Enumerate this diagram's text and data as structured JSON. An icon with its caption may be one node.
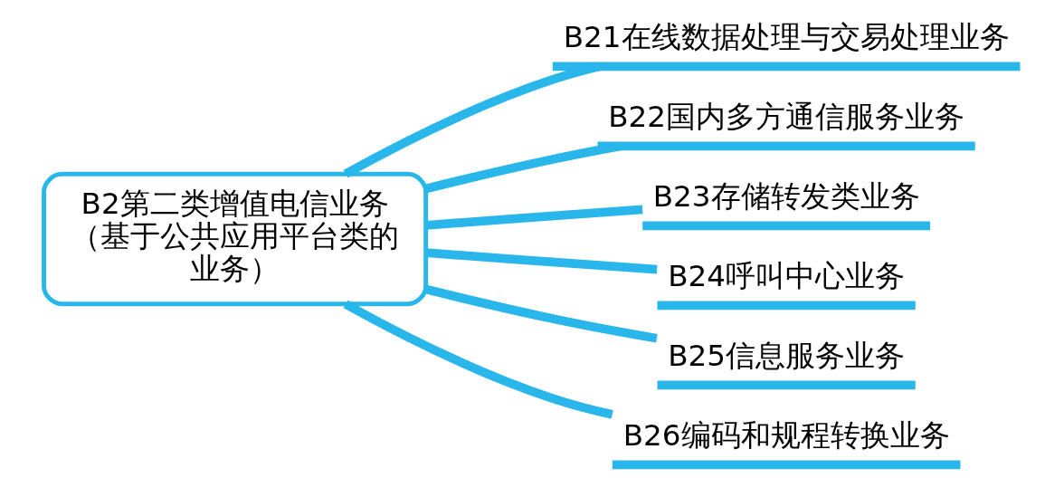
{
  "diagram": {
    "nodes": [
      {
        "text": [
          "B2第二类增值电信业务（基于公共应用平台类的业务）"
        ]
      },
      {
        "text": [
          "B21在线数据处理与交易处理业务"
        ]
      },
      {
        "text": [
          "B22国内多方通信服务业务"
        ]
      },
      {
        "text": [
          "B23存储转发类业务"
        ]
      },
      {
        "text": [
          "B24呼叫中心业务"
        ]
      },
      {
        "text": [
          "B25信息服务业务"
        ]
      },
      {
        "text": [
          "B26编码和规程转换业务"
        ]
      }
    ],
    "edges": [
      {
        "from": 0,
        "to": 1,
        "arrow": "none"
      },
      {
        "from": 0,
        "to": 2,
        "arrow": "none"
      },
      {
        "from": 0,
        "to": 3,
        "arrow": "none"
      },
      {
        "from": 0,
        "to": 4,
        "arrow": "none"
      },
      {
        "from": 0,
        "to": 5,
        "arrow": "none"
      },
      {
        "from": 0,
        "to": 6,
        "arrow": "none"
      }
    ]
  }
}
